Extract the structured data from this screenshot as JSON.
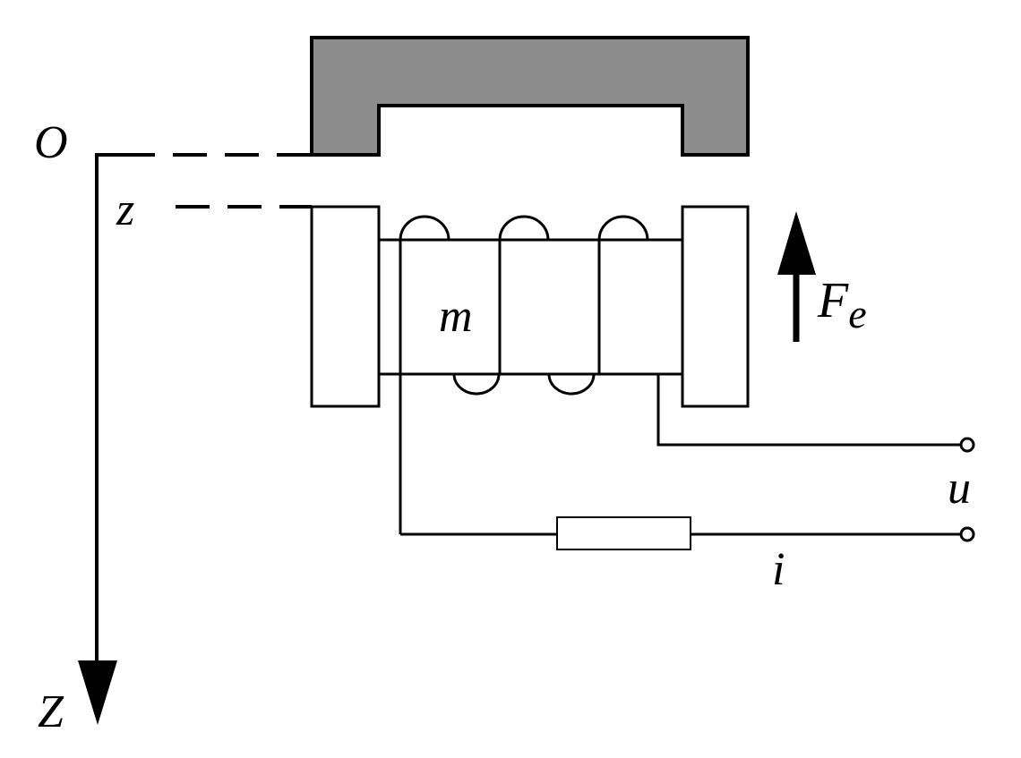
{
  "labels": {
    "origin": "O",
    "gap": "z",
    "axis": "Z",
    "mass": "m",
    "force_main": "F",
    "force_sub": "e",
    "voltage": "u",
    "current": "i"
  },
  "colors": {
    "line": "#000000",
    "yoke_fill": "#8c8c8c",
    "background": "#ffffff",
    "resistor_fill": "#ffffff"
  },
  "icons": {
    "axis_arrow": "arrow-down-icon",
    "force_arrow": "arrow-up-icon",
    "terminals": "terminal-circle-icon"
  }
}
